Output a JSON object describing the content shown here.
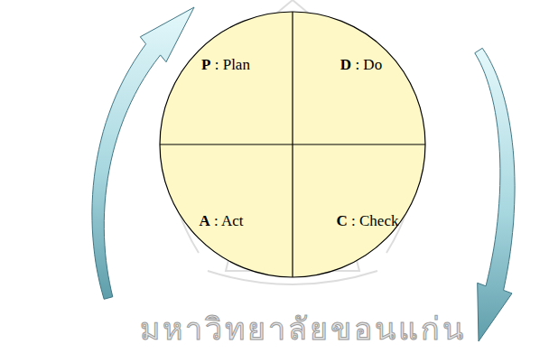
{
  "diagram": {
    "nodes": [
      {
        "text": [
          "P : Plan"
        ]
      },
      {
        "text": [
          "D : Do"
        ]
      },
      {
        "text": [
          "A : Act"
        ]
      },
      {
        "text": [
          "C : Check"
        ]
      }
    ],
    "edges": [
      {
        "from": 1,
        "to": 3,
        "arrow": "to"
      },
      {
        "from": 2,
        "to": 0,
        "arrow": "to"
      }
    ],
    "labels": [
      "มหาวิทยาลัยขอนแก่น"
    ]
  }
}
